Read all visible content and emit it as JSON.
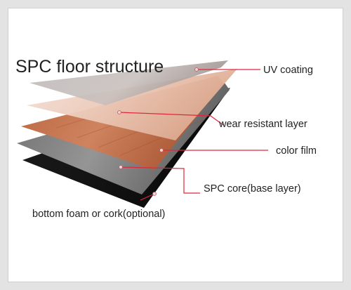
{
  "title": "SPC floor structure",
  "layers": [
    {
      "id": "uv",
      "label": "UV coating"
    },
    {
      "id": "wear",
      "label": "wear resistant layer"
    },
    {
      "id": "color",
      "label": "color film"
    },
    {
      "id": "core",
      "label": "SPC core(base layer)"
    },
    {
      "id": "bottom",
      "label": "bottom foam or cork(optional)"
    }
  ],
  "colors": {
    "leader_line": "#e0283c",
    "frame": "#e3e3e3",
    "uv_coating": "#b9b6b4",
    "wear_layer": "#f2ddd4",
    "color_film": "#c57552",
    "spc_core": "#8a8a8a",
    "bottom_layer": "#151515"
  }
}
